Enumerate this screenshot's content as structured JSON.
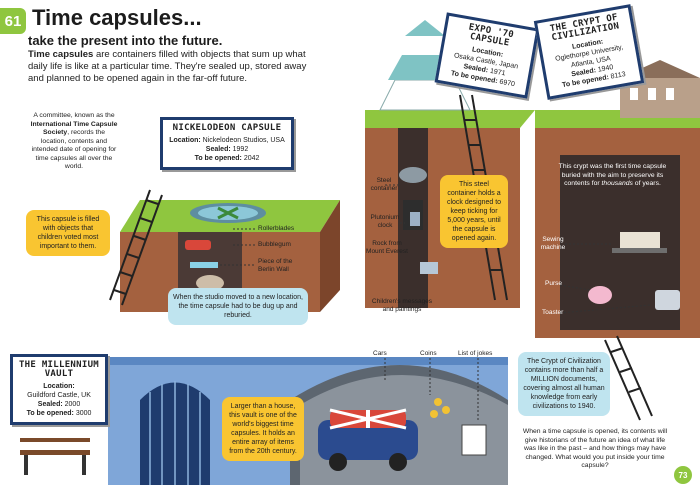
{
  "header": {
    "page_number": "61",
    "title": "Time capsules...",
    "subtitle": "take the present into the future.",
    "intro_bold": "Time capsules",
    "intro_rest": " are containers filled with objects that sum up what daily life is like at a particular time. They're sealed up, stored away and planned to be opened again in the far-off future."
  },
  "society_note": {
    "pre": "A committee, known as the ",
    "bold": "International Time Capsule Society",
    "post": ", records the location, contents and intended date of opening for time capsules all over the world."
  },
  "nickelodeon": {
    "title": "NICKELODEON CAPSULE",
    "location_label": "Location:",
    "location": "Nickelodeon Studios, USA",
    "sealed_label": "Sealed:",
    "sealed": "1992",
    "opened_label": "To be opened:",
    "opened": "2042",
    "bubble": "This capsule is filled with objects that children voted most important to them.",
    "items": [
      "Rollerblades",
      "Bubblegum",
      "Piece of the Berlin Wall"
    ],
    "moved_note": "When the studio moved to a new location, the time capsule had to be dug up and reburied."
  },
  "expo": {
    "title": "EXPO '70 CAPSULE",
    "location_label": "Location:",
    "location": "Osaka Castle, Japan",
    "sealed_label": "Sealed:",
    "sealed": "1971",
    "opened_label": "To be opened:",
    "opened": "6970",
    "labels": {
      "steel": "Steel container",
      "plutonium": "Plutonium clock",
      "rock": "Rock from Mount Everest",
      "messages": "Children's messages and paintings"
    },
    "bubble": "This steel container holds a clock designed to keep ticking for 5,000 years, until the capsule is opened again."
  },
  "crypt": {
    "title": "THE CRYPT OF CIVILIZATION",
    "location_label": "Location:",
    "location": "Oglethorpe University, Atlanta, USA",
    "sealed_label": "Sealed:",
    "sealed": "1940",
    "opened_label": "To be opened:",
    "opened": "8113",
    "note_pre": "This crypt was the first time capsule buried with the aim to preserve its contents for ",
    "note_italic": "thousands",
    "note_post": " of years.",
    "labels": {
      "sewing": "Sewing machine",
      "purse": "Purse",
      "toaster": "Toaster"
    },
    "bubble": "The Crypt of Civilization contains more than half a MILLION documents, covering almost all human knowledge from early civilizations to 1940."
  },
  "millennium": {
    "title": "THE MILLENNIUM VAULT",
    "location_label": "Location:",
    "location": "Guildford Castle, UK",
    "sealed_label": "Sealed:",
    "sealed": "2000",
    "opened_label": "To be opened:",
    "opened": "3000",
    "bubble": "Larger than a house, this vault is one of the world's biggest time capsules. It holds an entire array of items from the 20th century.",
    "labels": {
      "cars": "Cars",
      "coins": "Coins",
      "jokes": "List of jokes"
    }
  },
  "closing": "When a time capsule is opened, its contents will give historians of the future an idea of what life was like in the past – and how things may have changed. What would you put inside your time capsule?",
  "footer": {
    "page": "73"
  },
  "colors": {
    "green": "#8fc63f",
    "yellow": "#f9c531",
    "blue": "#bfe4ef",
    "navy": "#1f3c6e",
    "soil": "#9b5a3a"
  }
}
